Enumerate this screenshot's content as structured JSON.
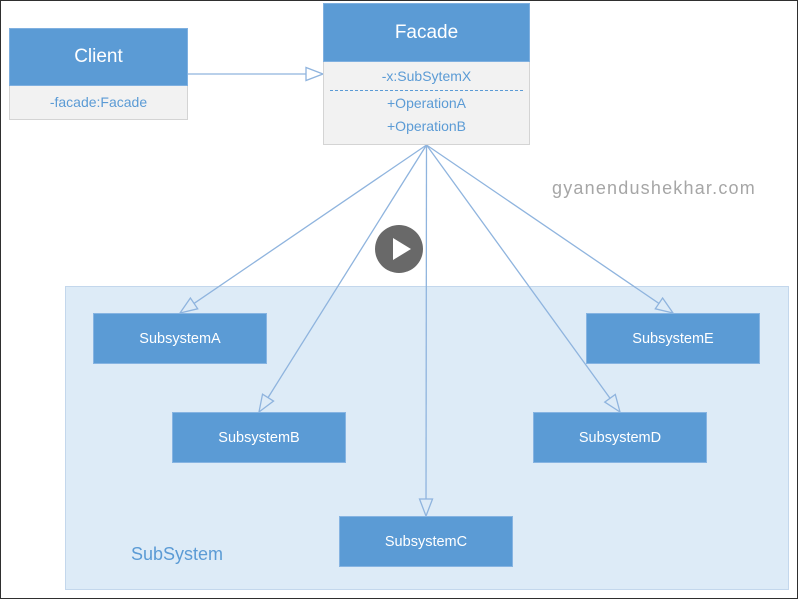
{
  "client": {
    "name": "Client",
    "attributes": [
      "-facade:Facade"
    ]
  },
  "facade": {
    "name": "Facade",
    "attributes": [
      "-x:SubSytemX"
    ],
    "operations": [
      "+OperationA",
      "+OperationB"
    ]
  },
  "subsystem_group": {
    "label": "SubSystem",
    "components": [
      "SubsystemA",
      "SubsystemB",
      "SubsystemC",
      "SubsystemD",
      "SubsystemE"
    ]
  },
  "relations": [
    {
      "from": "Client",
      "to": "Facade"
    },
    {
      "from": "Facade",
      "to": "SubsystemA"
    },
    {
      "from": "Facade",
      "to": "SubsystemB"
    },
    {
      "from": "Facade",
      "to": "SubsystemC"
    },
    {
      "from": "Facade",
      "to": "SubsystemD"
    },
    {
      "from": "Facade",
      "to": "SubsystemE"
    }
  ],
  "watermark": "gyanendushekhar.com",
  "video_overlay": {
    "play_icon": "play-icon"
  },
  "colors": {
    "class_header": "#5B9BD5",
    "class_body": "#F2F2F2",
    "member_text": "#5B9BD5",
    "subsystem_area": "#DDEBF7",
    "connector": "#8FB4DE",
    "watermark": "#A6A6A6"
  }
}
